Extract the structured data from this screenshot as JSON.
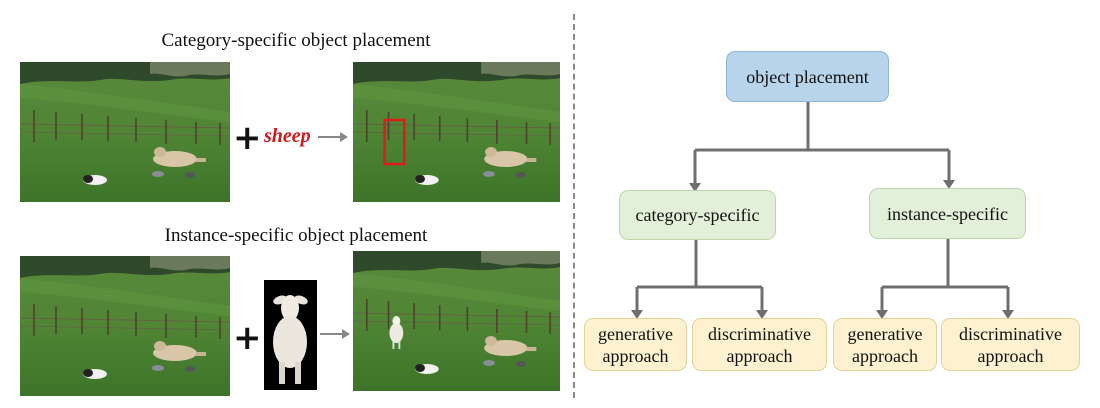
{
  "left": {
    "category_caption": "Category-specific object placement",
    "instance_caption": "Instance-specific object placement",
    "keyword": "sheep",
    "plus_symbol": "+"
  },
  "tree": {
    "root": "object placement",
    "category": "category-specific",
    "instance": "instance-specific",
    "leaves": [
      {
        "line1": "generative",
        "line2": "approach"
      },
      {
        "line1": "discriminative",
        "line2": "approach"
      },
      {
        "line1": "generative",
        "line2": "approach"
      },
      {
        "line1": "discriminative",
        "line2": "approach"
      }
    ]
  },
  "colors": {
    "root_fill": "#b7d4ea",
    "mid_fill": "#e2f0d9",
    "leaf_fill": "#fdf1cf",
    "connector": "#6f6f6f",
    "highlight": "#d11a1a"
  }
}
